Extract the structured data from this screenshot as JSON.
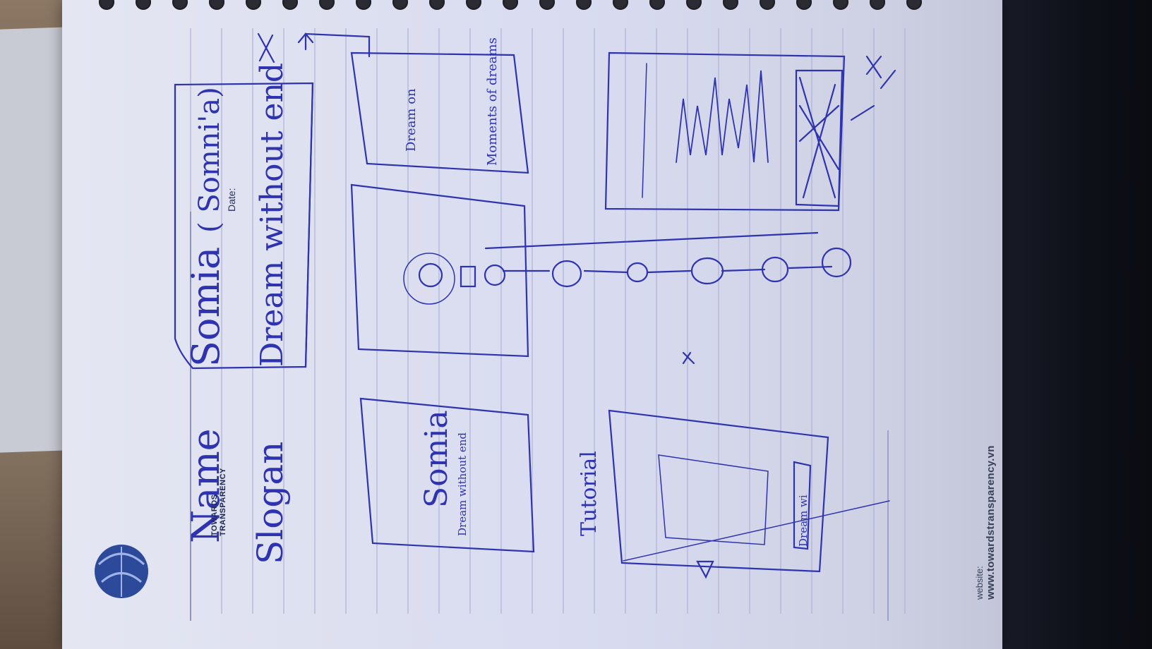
{
  "header": {
    "date_label": "Date:"
  },
  "brand": {
    "line1": "TOWARDS",
    "line2": "TRANSPARENCY"
  },
  "footer": {
    "website_label": "website:",
    "url": "www.towardstransparency.vn"
  },
  "sketch": {
    "name_label": "Name",
    "name_value": "Somia",
    "name_paren": "( Somni'a)",
    "slogan_label": "Slogan",
    "slogan_value": "Dream without end",
    "card_title": "Somia",
    "card_sub": "Dream without end",
    "tutorial_label": "Tutorial",
    "panel_note_1": "Dream on",
    "panel_note_2": "Moments of dreams",
    "small_button_text": "Dream wi",
    "ink_color": "#2f33b0"
  }
}
